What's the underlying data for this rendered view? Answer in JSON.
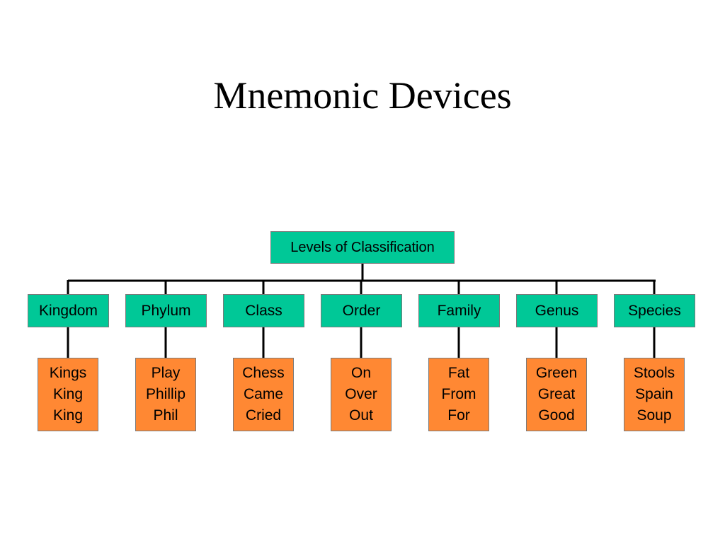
{
  "title": "Mnemonic Devices",
  "colors": {
    "rank_fill": "#00c897",
    "mnemonic_fill": "#ff8833",
    "line": "#000000"
  },
  "root": {
    "label": "Levels of Classification"
  },
  "ranks": [
    {
      "label": "Kingdom",
      "mnemonic": [
        "Kings",
        "King",
        "King"
      ]
    },
    {
      "label": "Phylum",
      "mnemonic": [
        "Play",
        "Phillip",
        "Phil"
      ]
    },
    {
      "label": "Class",
      "mnemonic": [
        "Chess",
        "Came",
        "Cried"
      ]
    },
    {
      "label": "Order",
      "mnemonic": [
        "On",
        "Over",
        "Out"
      ]
    },
    {
      "label": "Family",
      "mnemonic": [
        "Fat",
        "From",
        "For"
      ]
    },
    {
      "label": "Genus",
      "mnemonic": [
        "Green",
        "Great",
        "Good"
      ]
    },
    {
      "label": "Species",
      "mnemonic": [
        "Stools",
        "Spain",
        "Soup"
      ]
    }
  ]
}
